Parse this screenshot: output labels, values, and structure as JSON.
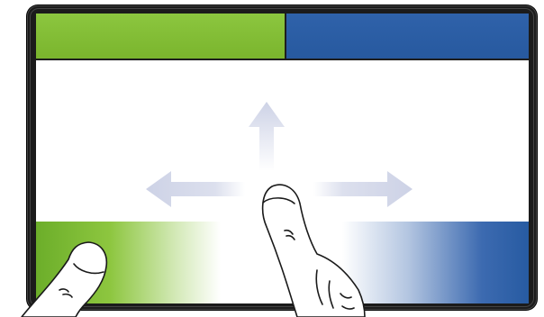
{
  "colors": {
    "green": "#7ab52d",
    "blue": "#27599f",
    "bezel": "#1b1b1b",
    "arrow": "#d7dbea"
  },
  "panels": {
    "top_left": "green-panel",
    "top_right": "blue-panel",
    "bottom_left": "green-fade-panel",
    "bottom_right": "blue-fade-panel"
  },
  "gesture": {
    "directions": [
      "up",
      "left",
      "right"
    ],
    "icons": [
      "finger-icon",
      "thumb-icon"
    ]
  }
}
